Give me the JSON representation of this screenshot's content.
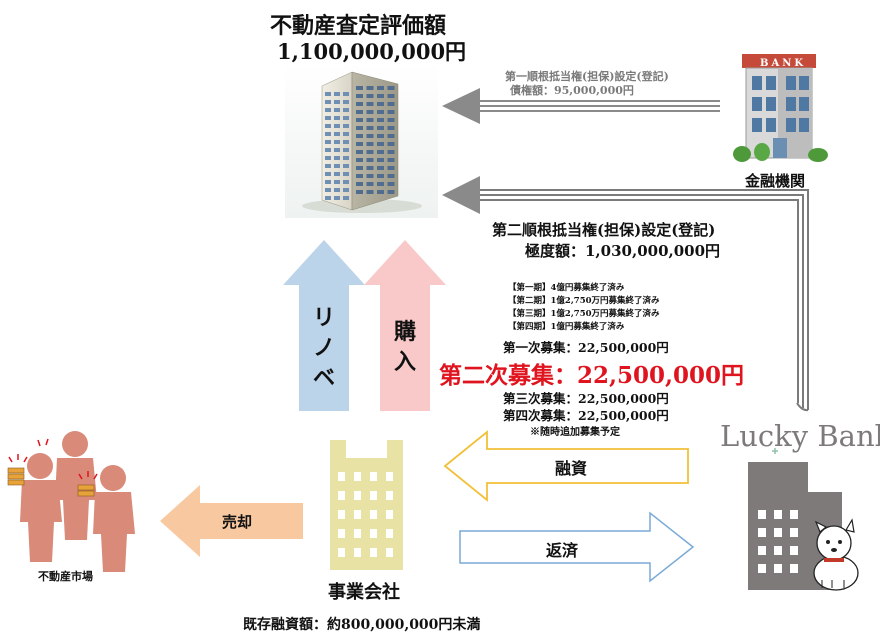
{
  "title": "不動産査定評価額",
  "valuation": "1,100,000,000円",
  "bank": {
    "sign": "BANK",
    "name": "金融機関"
  },
  "first_lien": {
    "line1": "第一順根抵当権(担保)設定(登記)",
    "line2": "債権額：95,000,000円"
  },
  "second_lien": {
    "line1": "第二順根抵当権(担保)設定(登記)",
    "line2": "極度額：1,030,000,000円"
  },
  "arrows": {
    "renovation": "リノベ",
    "purchase": "購入",
    "sale": "売却",
    "financing": "融資",
    "repayment": "返済"
  },
  "completed_rounds": [
    "【第一期】4億円募集終了済み",
    "【第二期】1億2,750万円募集終了済み",
    "【第三期】1億2,750万円募集終了済み",
    "【第四期】1億円募集終了済み"
  ],
  "recruitment": {
    "first": "第一次募集：22,500,000円",
    "second": "第二次募集：22,500,000円",
    "third": "第三次募集：22,500,000円",
    "fourth": "第四次募集：22,500,000円",
    "note": "※随時追加募集予定"
  },
  "company": {
    "name": "事業会社",
    "loans": "既存融資額：約800,000,000円未満"
  },
  "market": "不動産市場",
  "lucky_bank": "Lucky Bank",
  "colors": {
    "highlight": "#e0141e",
    "blue_arrow": "#bcd4ea",
    "pink_arrow": "#f8c9c8",
    "orange_arrow": "#f8c9a0",
    "yellow_arrow": "#f7c843",
    "company_building": "#e8e2a4",
    "people": "#d98a78",
    "lucky_gray": "#7f7a7a"
  }
}
